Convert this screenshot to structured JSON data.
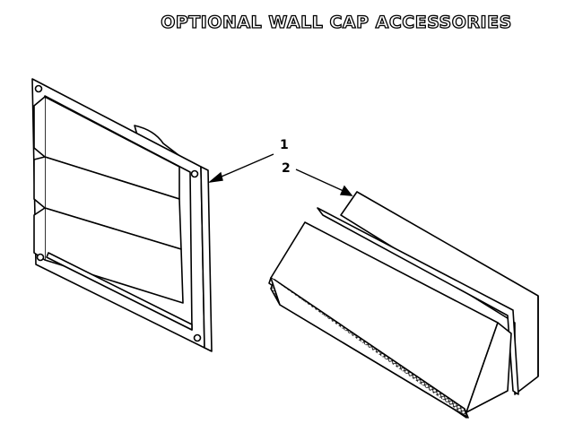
{
  "title": "OPTIONAL WALL CAP ACCESSORIES",
  "callouts": [
    {
      "id": "1",
      "label": "1"
    },
    {
      "id": "2",
      "label": "2"
    }
  ],
  "colors": {
    "line": "#000000",
    "background": "#ffffff"
  }
}
